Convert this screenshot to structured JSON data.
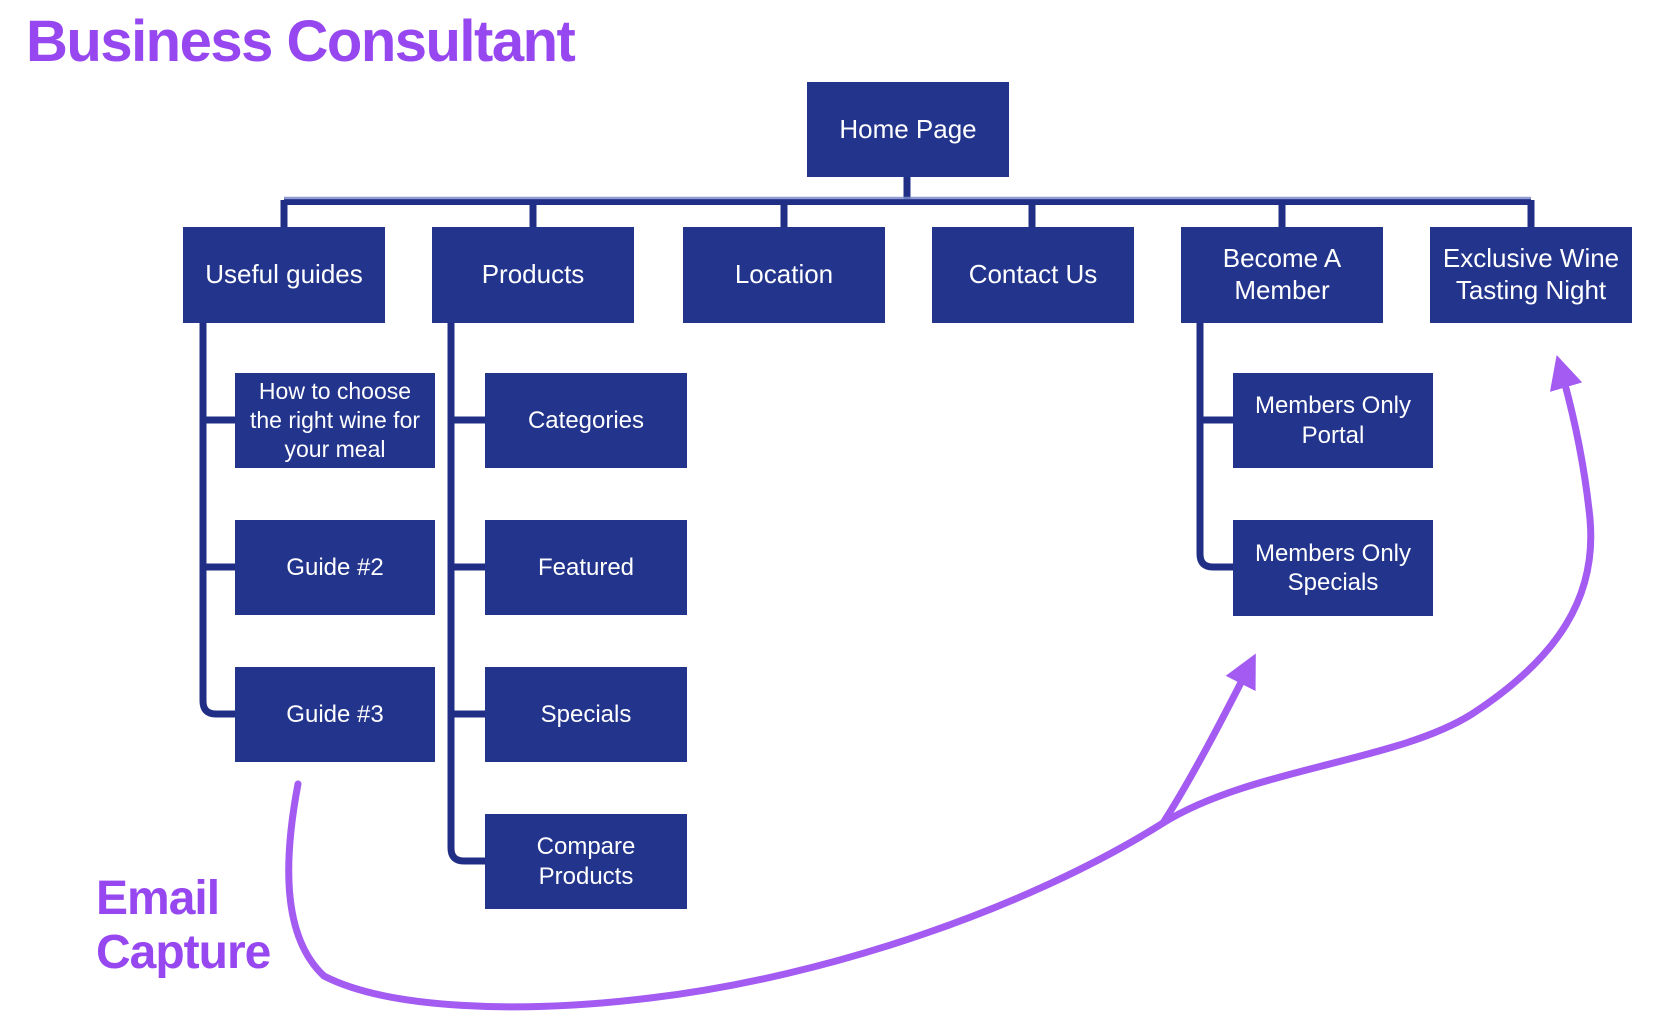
{
  "title": "Business Consultant",
  "annotation": "Email Capture",
  "colors": {
    "node_fill": "#23348c",
    "connector_line": "#202f85",
    "connector_highlight": "#7d89c9",
    "title_purple": "#9747ef",
    "arrow_purple": "#a35bf2",
    "node_text": "#ffffff",
    "background": "#ffffff"
  },
  "sitemap": {
    "root": {
      "label": "Home Page"
    },
    "sections": [
      {
        "label": "Useful guides",
        "children": [
          {
            "label": "How to choose the right wine for your meal"
          },
          {
            "label": "Guide #2"
          },
          {
            "label": "Guide #3"
          }
        ]
      },
      {
        "label": "Products",
        "children": [
          {
            "label": "Categories"
          },
          {
            "label": "Featured"
          },
          {
            "label": "Specials"
          },
          {
            "label": "Compare Products"
          }
        ]
      },
      {
        "label": "Location",
        "children": []
      },
      {
        "label": "Contact Us",
        "children": []
      },
      {
        "label": "Become A Member",
        "children": [
          {
            "label": "Members Only Portal"
          },
          {
            "label": "Members Only Specials"
          }
        ]
      },
      {
        "label": "Exclusive Wine Tasting Night",
        "children": []
      }
    ]
  }
}
